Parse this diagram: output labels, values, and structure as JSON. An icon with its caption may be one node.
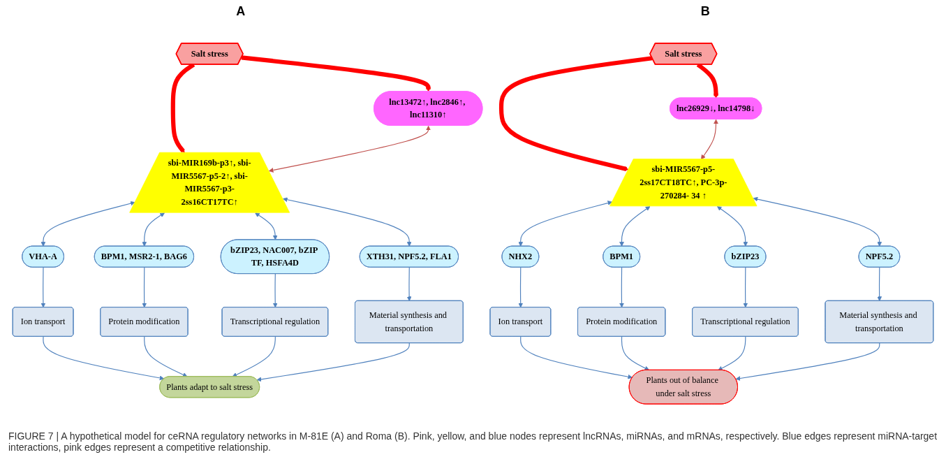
{
  "diagram": {
    "caption": "FIGURE 7 | A hypothetical model for ceRNA regulatory networks in M-81E (A) and Roma (B). Pink, yellow, and blue nodes represent lncRNAs, miRNAs, and mRNAs, respectively. Blue edges represent miRNA-target interactions, pink edges represent a competitive relationship.",
    "nodes": [
      {
        "text": [
          "Salt stress"
        ]
      },
      {
        "text": [
          "lnc13472↑, lnc2846↑, lnc11310↑"
        ]
      },
      {
        "text": [
          "sbi-MIR169b-p3↑, sbi-MIR5567-p5-2↑, sbi-MIR5567-p3-2ss16CT17TC↑"
        ]
      },
      {
        "text": [
          "VHA-A"
        ]
      },
      {
        "text": [
          "BPM1, MSR2-1, BAG6"
        ]
      },
      {
        "text": [
          "bZIP23, NAC007, bZIP TF, HSFA4D"
        ]
      },
      {
        "text": [
          "XTH31, NPF5.2, FLA1"
        ]
      },
      {
        "text": [
          "Ion transport"
        ]
      },
      {
        "text": [
          "Protein modification"
        ]
      },
      {
        "text": [
          "Transcriptional regulation"
        ]
      },
      {
        "text": [
          "Material synthesis and transportation"
        ]
      },
      {
        "text": [
          "Plants adapt to salt stress"
        ]
      },
      {
        "text": [
          "Salt stress"
        ]
      },
      {
        "text": [
          "lnc26929↓, lnc14798↓"
        ]
      },
      {
        "text": [
          "sbi-MIR5567-p5-2ss17CT18TC↑, PC-3p-270284- 34 ↑"
        ]
      },
      {
        "text": [
          "NHX2"
        ]
      },
      {
        "text": [
          "BPM1"
        ]
      },
      {
        "text": [
          "bZIP23"
        ]
      },
      {
        "text": [
          "NPF5.2"
        ]
      },
      {
        "text": [
          "Ion transport"
        ]
      },
      {
        "text": [
          "Protein modification"
        ]
      },
      {
        "text": [
          "Transcriptional regulation"
        ]
      },
      {
        "text": [
          "Material synthesis and transportation"
        ]
      },
      {
        "text": [
          "Plants out of balance under salt stress"
        ]
      }
    ],
    "edges": [
      {
        "from": 0,
        "to": 1,
        "arrow": "to",
        "style": "thick",
        "color": "#ff0000"
      },
      {
        "from": 0,
        "to": 2,
        "arrow": "to",
        "style": "thick",
        "color": "#ff0000"
      },
      {
        "from": 1,
        "to": 2,
        "arrow": "both",
        "color": "#c0504d"
      },
      {
        "from": 2,
        "to": 3,
        "arrow": "both"
      },
      {
        "from": 2,
        "to": 4,
        "arrow": "both"
      },
      {
        "from": 2,
        "to": 5,
        "arrow": "both"
      },
      {
        "from": 2,
        "to": 6,
        "arrow": "both"
      },
      {
        "from": 3,
        "to": 7,
        "arrow": "to"
      },
      {
        "from": 4,
        "to": 8,
        "arrow": "to"
      },
      {
        "from": 5,
        "to": 9,
        "arrow": "to"
      },
      {
        "from": 6,
        "to": 10,
        "arrow": "to"
      },
      {
        "from": 7,
        "to": 11,
        "arrow": "to"
      },
      {
        "from": 8,
        "to": 11,
        "arrow": "to"
      },
      {
        "from": 9,
        "to": 11,
        "arrow": "to"
      },
      {
        "from": 10,
        "to": 11,
        "arrow": "to"
      },
      {
        "from": 12,
        "to": 13,
        "arrow": "to",
        "style": "thick",
        "color": "#ff0000"
      },
      {
        "from": 12,
        "to": 14,
        "arrow": "to",
        "style": "thick",
        "color": "#ff0000"
      },
      {
        "from": 13,
        "to": 14,
        "arrow": "both",
        "color": "#c0504d"
      },
      {
        "from": 14,
        "to": 15,
        "arrow": "both"
      },
      {
        "from": 14,
        "to": 16,
        "arrow": "both"
      },
      {
        "from": 14,
        "to": 17,
        "arrow": "both"
      },
      {
        "from": 14,
        "to": 18,
        "arrow": "both"
      },
      {
        "from": 15,
        "to": 19,
        "arrow": "to"
      },
      {
        "from": 16,
        "to": 20,
        "arrow": "to"
      },
      {
        "from": 17,
        "to": 21,
        "arrow": "to"
      },
      {
        "from": 18,
        "to": 22,
        "arrow": "to"
      },
      {
        "from": 19,
        "to": 23,
        "arrow": "to"
      },
      {
        "from": 20,
        "to": 23,
        "arrow": "to"
      },
      {
        "from": 21,
        "to": 23,
        "arrow": "to"
      },
      {
        "from": 22,
        "to": 23,
        "arrow": "to"
      }
    ],
    "labels": [
      "A",
      "B"
    ]
  }
}
